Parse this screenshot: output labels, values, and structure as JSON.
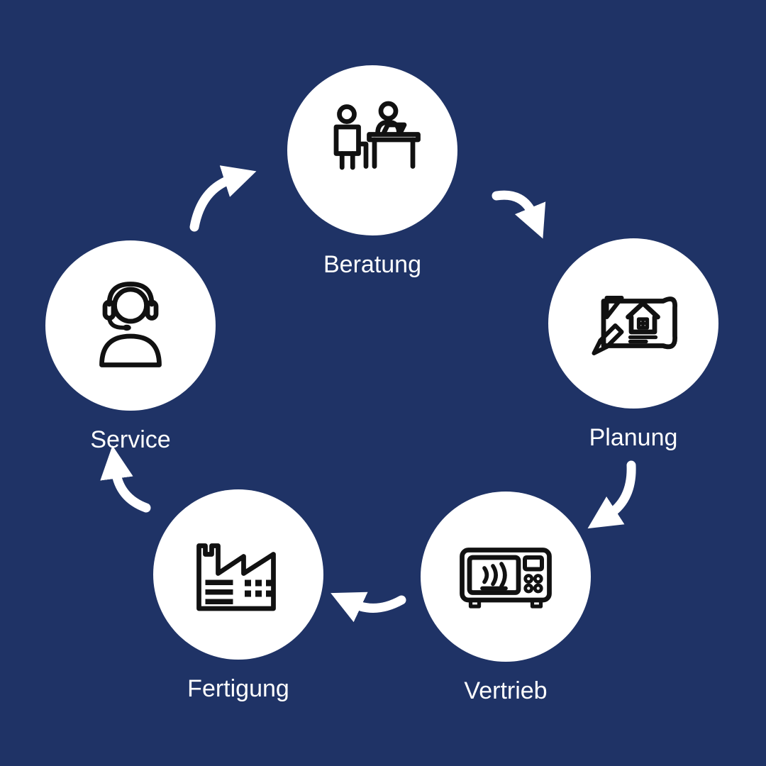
{
  "canvas": {
    "colors": {
      "background": "#1f3366",
      "circle": "#ffffff",
      "icon": "#111111",
      "arrow": "#ffffff",
      "label": "#ffffff"
    }
  },
  "diagram": {
    "type": "process-cycle",
    "direction": "clockwise",
    "steps": [
      {
        "label": "Beratung",
        "icon": "consultation-icon"
      },
      {
        "label": "Planung",
        "icon": "blueprint-icon"
      },
      {
        "label": "Vertrieb",
        "icon": "microwave-icon"
      },
      {
        "label": "Fertigung",
        "icon": "factory-icon"
      },
      {
        "label": "Service",
        "icon": "headset-icon"
      }
    ],
    "connections": [
      {
        "from": "Beratung",
        "to": "Planung"
      },
      {
        "from": "Planung",
        "to": "Vertrieb"
      },
      {
        "from": "Vertrieb",
        "to": "Fertigung"
      },
      {
        "from": "Fertigung",
        "to": "Service"
      },
      {
        "from": "Service",
        "to": "Beratung"
      }
    ]
  }
}
